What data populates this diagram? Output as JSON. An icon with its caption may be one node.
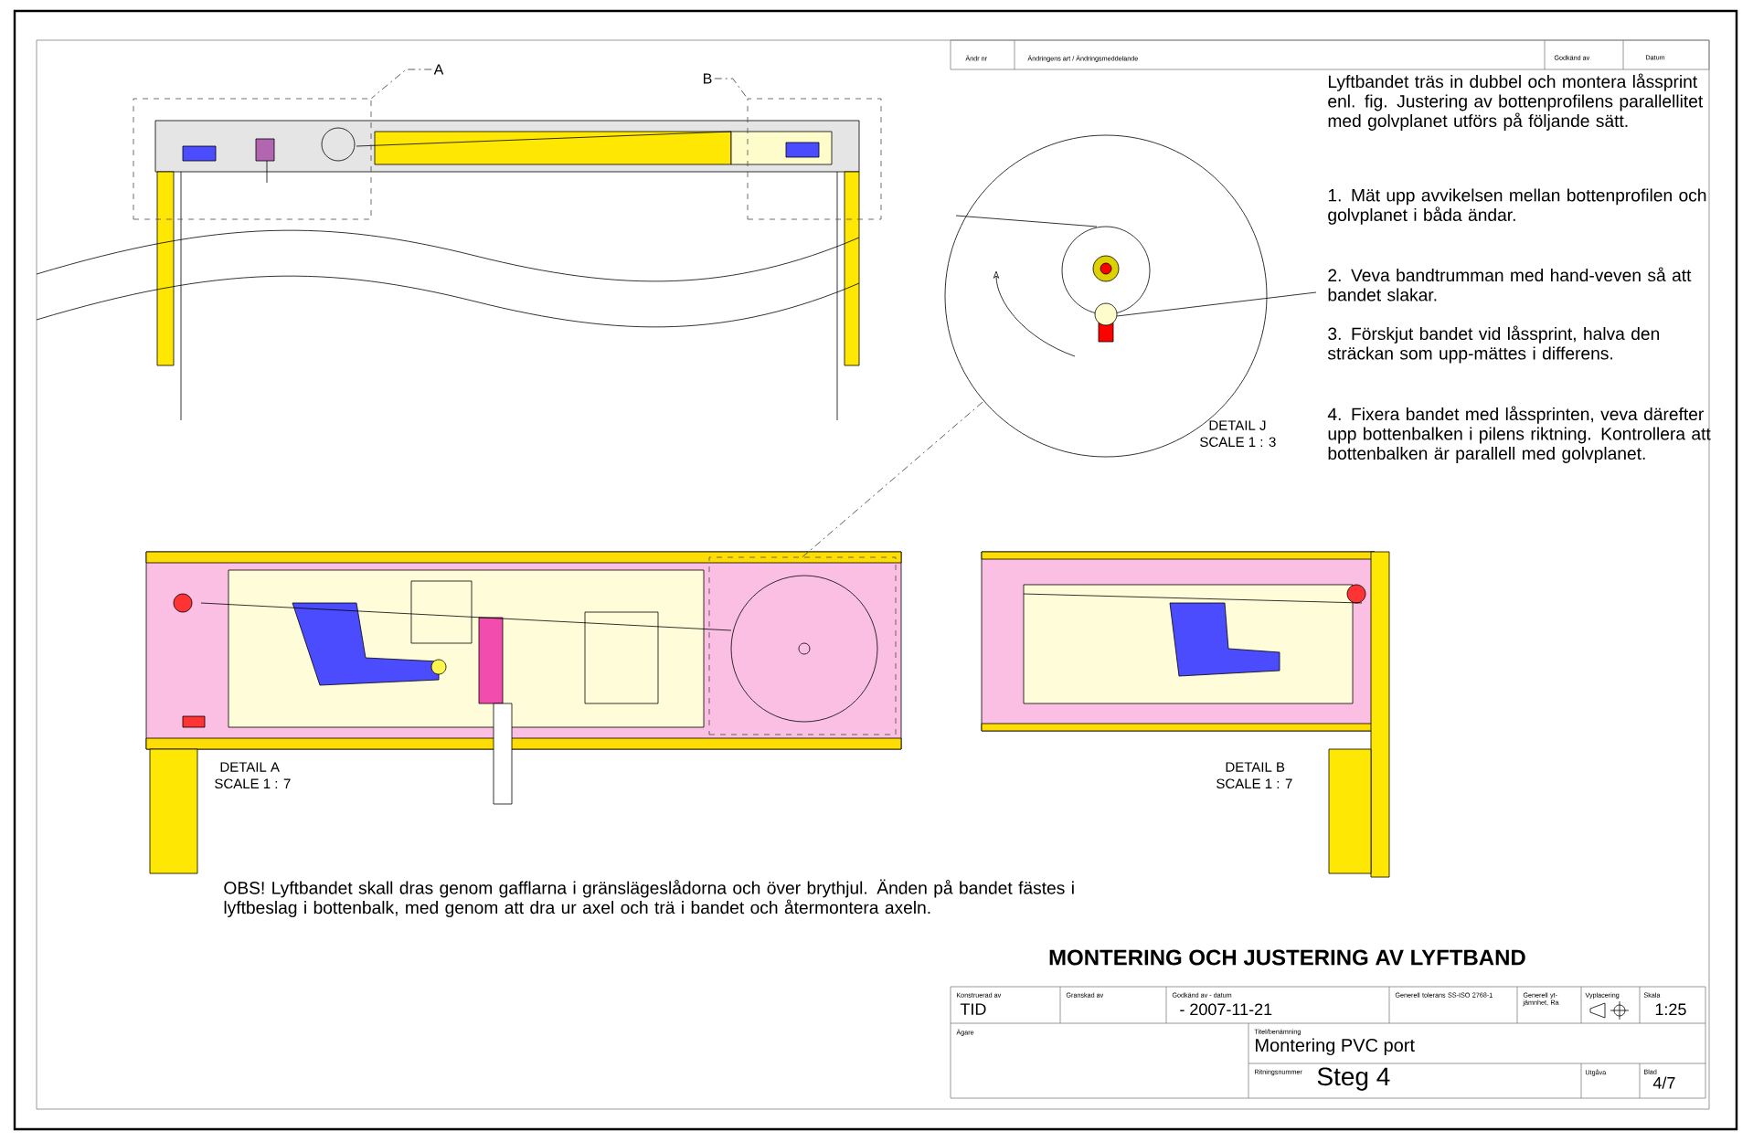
{
  "diagram": {
    "title": "MONTERING OCH JUSTERING AV LYFTBAND",
    "nodes": [
      {
        "text": [
          "A"
        ]
      },
      {
        "text": [],
        "shape": "box"
      },
      {
        "text": [
          "B"
        ]
      },
      {
        "text": [],
        "shape": "box"
      },
      {
        "text": [],
        "shape": "circle"
      },
      {
        "text": [],
        "shape": "box"
      }
    ],
    "edges": [
      {
        "from": 0,
        "to": 1,
        "arrow": "none",
        "style": "dashed"
      },
      {
        "from": 2,
        "to": 3,
        "arrow": "none",
        "style": "dashed"
      },
      {
        "from": 5,
        "to": 4,
        "arrow": "none",
        "style": "dashed"
      }
    ],
    "labels": [
      "Ändr nr",
      "Ändringens art / Ändringsmeddelande",
      "Godkänd av",
      "Datum",
      "Lyftbandet träs in dubbel och montera låssprint enl. fig. Justering av bottenprofilens parallellitet med golvplanet utförs på följande sätt.",
      "1. Mät upp avvikelsen mellan bottenprofilen och golvplanet i båda ändar.",
      "2. Veva bandtrumman med hand-veven så att bandet slakar.",
      "3. Förskjut bandet vid låssprint, halva den sträckan som upp-mättes i differens.",
      "4. Fixera bandet med låssprinten, veva därefter upp bottenbalken i pilens riktning. Kontrollera att bottenbalken är parallell med golvplanet.",
      "DETAIL J",
      "SCALE 1 : 3",
      "DETAIL A",
      "SCALE 1 : 7",
      "DETAIL B",
      "SCALE 1 : 7",
      "OBS! Lyftbandet skall dras genom gafflarna i gränslägeslådorna och över brythjul. Änden på bandet fästes i lyftbeslag i bottenbalk, med genom att dra ur axel och trä i bandet och återmontera axeln.",
      "Konstruerad av",
      "Granskad av",
      "Godkänd av - datum",
      "Generell tolerans SS-ISO 2768-1",
      "Generell yt-jämnhet, Ra",
      "Vyplacering",
      "Skala",
      "TID",
      "- 2007-11-21",
      "1:25",
      "Ägare",
      "Titel/benämning",
      "Montering PVC port",
      "Ritningsnummer",
      "Steg 4",
      "Utgåva",
      "Blad",
      "4/7"
    ]
  }
}
